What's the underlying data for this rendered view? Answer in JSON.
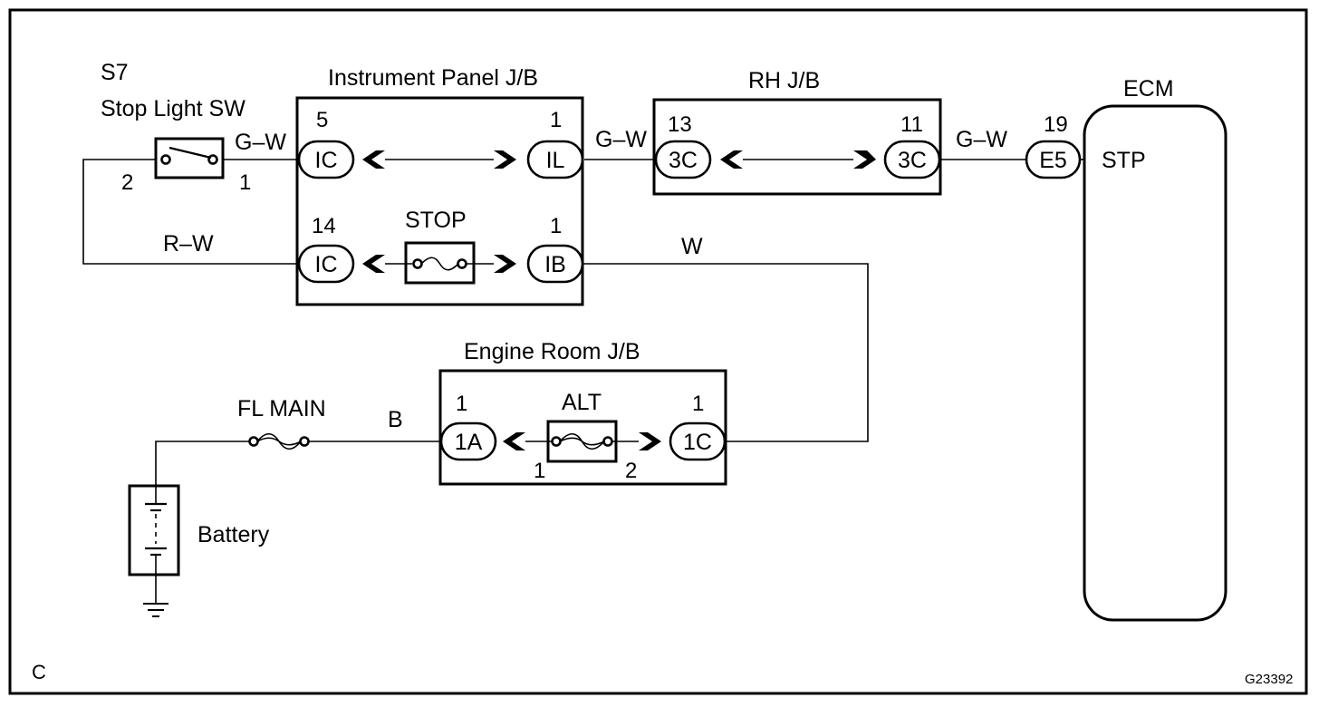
{
  "frame": {
    "corner_label": "C",
    "figure_code": "G23392"
  },
  "stop_switch": {
    "code": "S7",
    "name": "Stop Light SW",
    "pin_left": "2",
    "pin_right": "1"
  },
  "instrument_jb": {
    "title": "Instrument Panel J/B",
    "connector_in_top": {
      "label": "IC",
      "pin": "5"
    },
    "connector_out_top": {
      "label": "IL",
      "pin": "1"
    },
    "connector_in_bottom": {
      "label": "IC",
      "pin": "14"
    },
    "connector_out_bottom": {
      "label": "IB",
      "pin": "1"
    },
    "fuse": "STOP"
  },
  "rh_jb": {
    "title": "RH J/B",
    "connector_left": {
      "label": "3C",
      "pin": "13"
    },
    "connector_right": {
      "label": "3C",
      "pin": "11"
    }
  },
  "ecm": {
    "title": "ECM",
    "connector": {
      "label": "E5",
      "pin": "19"
    },
    "terminal": "STP"
  },
  "engine_room_jb": {
    "title": "Engine Room J/B",
    "connector_left": {
      "label": "1A",
      "pin": "1"
    },
    "connector_right": {
      "label": "1C",
      "pin": "1"
    },
    "fuse": "ALT",
    "fuse_pin_left": "1",
    "fuse_pin_right": "2"
  },
  "fusible_link": {
    "label": "FL MAIN"
  },
  "battery": {
    "label": "Battery"
  },
  "wires": {
    "switch_to_ipjb": "G–W",
    "ipjb_to_rhjb": "G–W",
    "rhjb_to_ecm": "G–W",
    "switch_return": "R–W",
    "ipjb_to_erjb": "W",
    "battery_feed": "B"
  }
}
